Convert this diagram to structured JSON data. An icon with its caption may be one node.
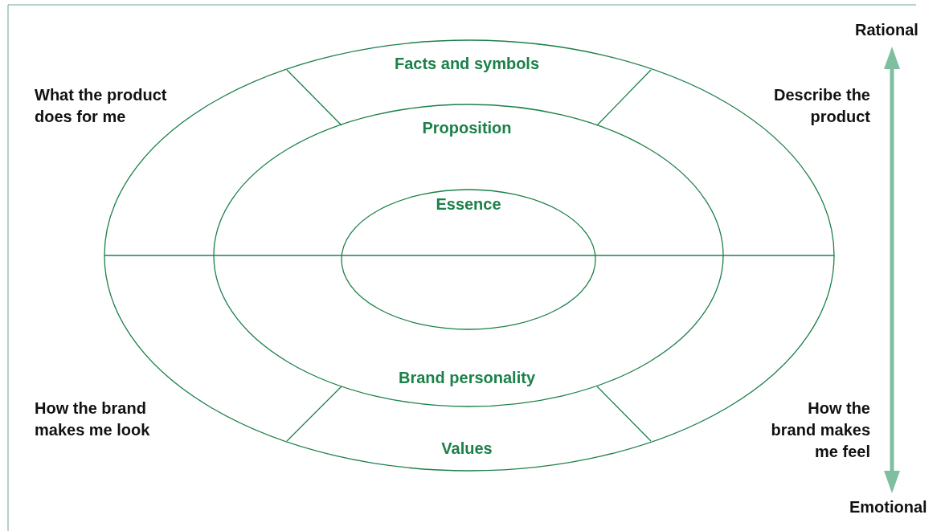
{
  "diagram": {
    "nodes": [
      {
        "text": [
          "Facts and symbols",
          "Values"
        ]
      },
      {
        "text": [
          "Proposition",
          "Brand personality"
        ],
        "in": 0
      },
      {
        "text": [
          "Essence"
        ],
        "in": 1
      },
      {
        "text": [
          "Rational"
        ]
      },
      {
        "text": [
          "Emotional"
        ]
      }
    ],
    "edges": [
      {
        "from": 3,
        "to": 4,
        "arrow": "both"
      }
    ],
    "labels": [
      "What the product does for me",
      "Describe the product",
      "How the brand makes me look",
      "How the brand makes me feel"
    ]
  }
}
